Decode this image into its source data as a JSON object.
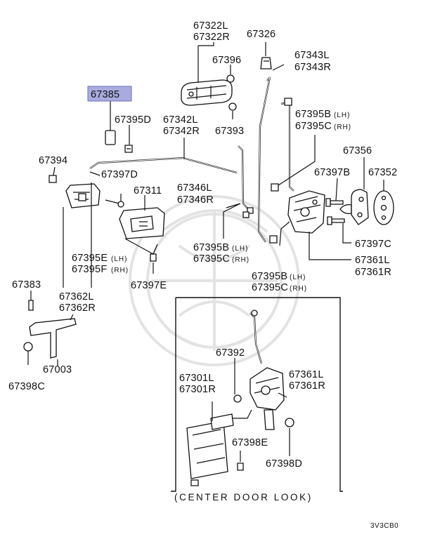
{
  "footer_code": "3V3CB0",
  "box_caption": "(CENTER DOOR LOOK)",
  "highlight_color": "#a9abdf",
  "labels": {
    "p67322": [
      "67322L",
      "67322R"
    ],
    "p67326": "67326",
    "p67396": "67396",
    "p67343": [
      "67343L",
      "67343R"
    ],
    "p67385": "67385",
    "p67395D": "67395D",
    "p67342": [
      "67342L",
      "67342R"
    ],
    "p67393": "67393",
    "p67395BC_top": [
      "67395B",
      "(LH)",
      "67395C",
      "(RH)"
    ],
    "p67356": "67356",
    "p67394": "67394",
    "p67397D": "67397D",
    "p67311": "67311",
    "p67346": [
      "67346L",
      "67346R"
    ],
    "p67397B": "67397B",
    "p67352": "67352",
    "p67395BC_mid": [
      "67395B",
      "(LH)",
      "67395C",
      "(RH)"
    ],
    "p67397C": "67397C",
    "p67395EF": [
      "67395E",
      "(LH)",
      "67395F",
      "(RH)"
    ],
    "p67361_main": [
      "67361L",
      "67361R"
    ],
    "p67397E": "67397E",
    "p67395BC_low": [
      "67395B",
      "(LH)",
      "67395C",
      "(RH)"
    ],
    "p67383": "67383",
    "p67362": [
      "67362L",
      "67362R"
    ],
    "p67003": "67003",
    "p67398C": "67398C",
    "p67392": "67392",
    "p67361_box": [
      "67361L",
      "67361R"
    ],
    "p67301": [
      "67301L",
      "67301R"
    ],
    "p67398E": "67398E",
    "p67398D": "67398D"
  }
}
